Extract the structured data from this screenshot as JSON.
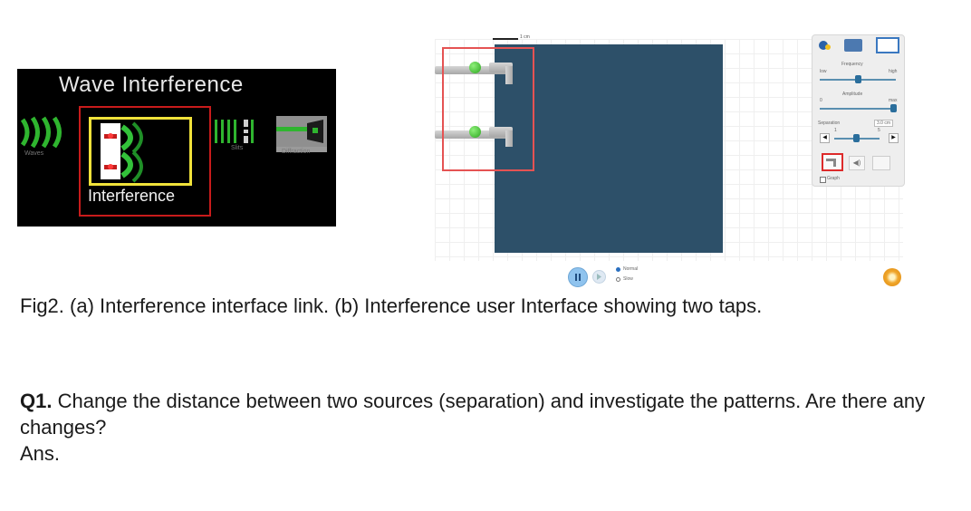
{
  "panel_a": {
    "title": "Wave Interference",
    "thumbs": {
      "waves": "Waves",
      "slits": "Slits",
      "diffraction": "Diffraction"
    },
    "selected_label": "Interference"
  },
  "panel_b": {
    "scale_label": "1 cm",
    "controls": {
      "frequency_label": "Frequency",
      "frequency_min": "low",
      "frequency_max": "high",
      "amplitude_label": "Amplitude",
      "amplitude_min": "0",
      "amplitude_max": "max",
      "separation_label": "Separation",
      "separation_value": "3.0 cm",
      "separation_min": "1",
      "separation_max": "5",
      "graph_label": "Graph"
    },
    "speed": {
      "normal": "Normal",
      "slow": "Slow",
      "selected": "Normal"
    },
    "colors": {
      "wave_area": "#2d5069",
      "highlight": "#e55353",
      "valve": "#2ba51e"
    }
  },
  "caption": "Fig2. (a) Interference interface link. (b) Interference user Interface showing two taps.",
  "question": {
    "label": "Q1.",
    "text": " Change the distance between two sources (separation) and investigate the patterns. Are there any changes?",
    "answer_label": "Ans."
  }
}
